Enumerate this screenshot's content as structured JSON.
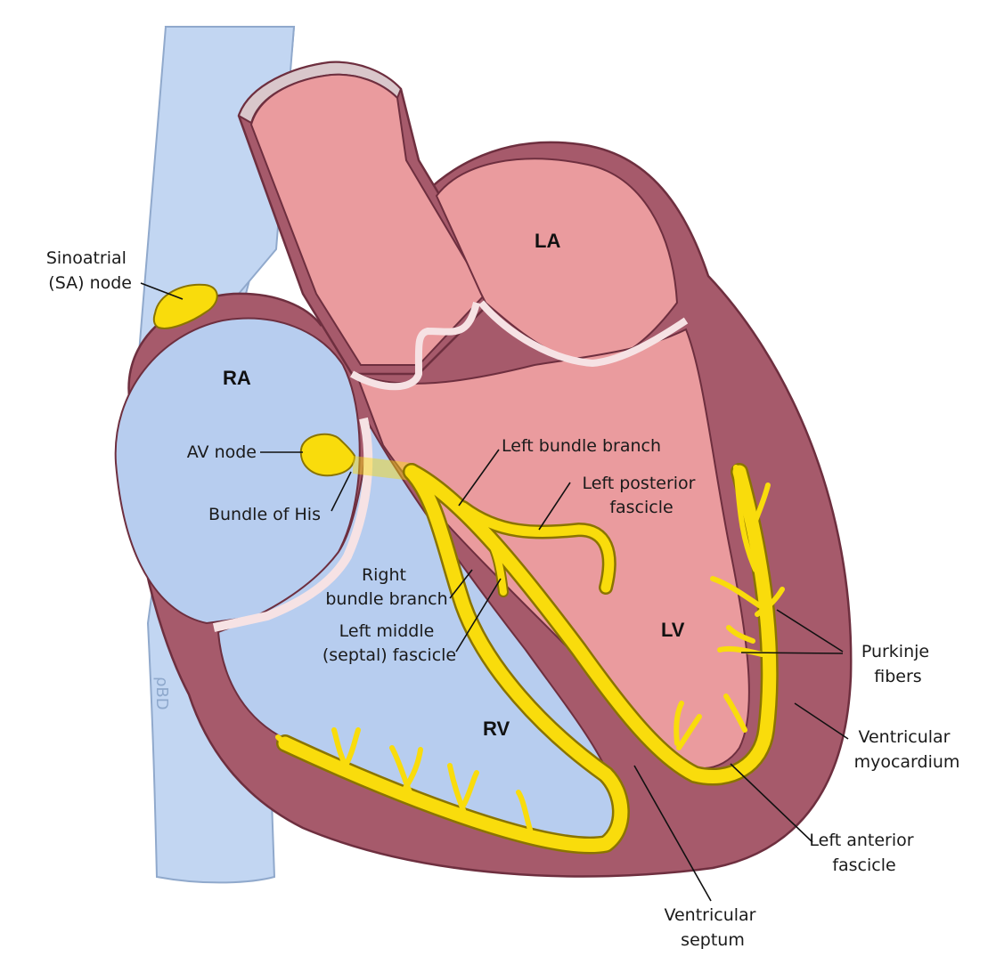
{
  "colors": {
    "vessel_fill": "#c2d6f2",
    "vessel_stroke": "#90a9cc",
    "muscle": "#a65a6b",
    "muscle_stroke": "#6e2f3f",
    "right_chamber": "#b7cdef",
    "left_chamber": "#ea9b9e",
    "valve": "#f6e2e4",
    "conduction": "#f9dc0c",
    "conduction_stroke": "#8a7400",
    "leader": "#111111"
  },
  "chambers": {
    "ra": "RA",
    "la": "LA",
    "rv": "RV",
    "lv": "LV"
  },
  "labels": {
    "sa_node": [
      "Sinoatrial",
      "(SA) node"
    ],
    "av_node": [
      "AV node"
    ],
    "bundle_his": [
      "Bundle of His"
    ],
    "left_bundle_branch": [
      "Left bundle branch"
    ],
    "left_posterior_fascicle": [
      "Left posterior",
      "fascicle"
    ],
    "right_bundle_branch": [
      "Right",
      "bundle branch"
    ],
    "left_middle_fascicle": [
      "Left middle",
      "(septal) fascicle"
    ],
    "purkinje_fibers": [
      "Purkinje",
      "fibers"
    ],
    "ventricular_myocardium": [
      "Ventricular",
      "myocardium"
    ],
    "left_anterior_fascicle": [
      "Left anterior",
      "fascicle"
    ],
    "ventricular_septum": [
      "Ventricular",
      "septum"
    ]
  },
  "signature": "ρBD"
}
